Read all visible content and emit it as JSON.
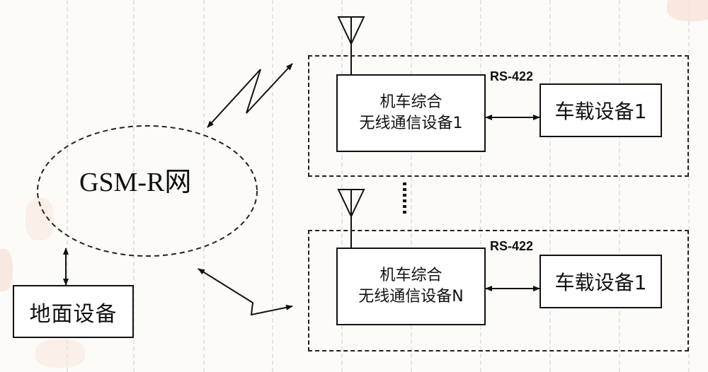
{
  "network": {
    "label": "GSM-R网"
  },
  "ground_equipment": {
    "label": "地面设备"
  },
  "units": [
    {
      "radio_line1": "机车综合",
      "radio_line2": "无线通信设备1",
      "interface": "RS-422",
      "onboard_label": "车载设备1"
    },
    {
      "radio_line1": "机车综合",
      "radio_line2": "无线通信设备N",
      "interface": "RS-422",
      "onboard_label": "车载设备1"
    }
  ],
  "colors": {
    "line": "#111111",
    "guide": "#e4e4e4",
    "background": "#fdfbf8",
    "deco": "#f7e4d9"
  }
}
